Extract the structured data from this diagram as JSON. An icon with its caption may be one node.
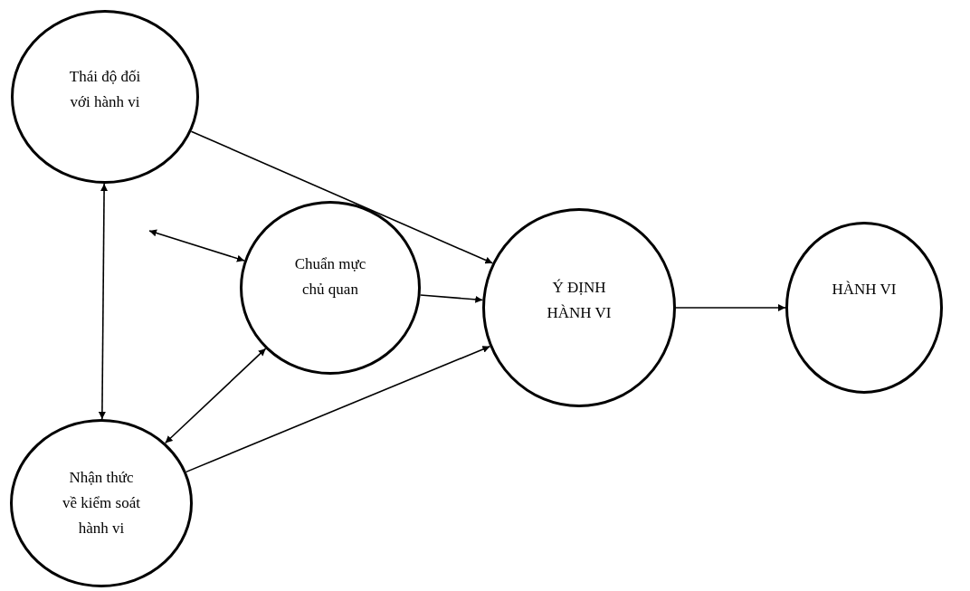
{
  "diagram": {
    "nodes": [
      {
        "text": [
          "Thái độ đối với hành vi"
        ]
      },
      {
        "text": [
          "Chuẩn mực chủ quan"
        ]
      },
      {
        "text": [
          "Ý ĐỊNH HÀNH VI"
        ]
      },
      {
        "text": [
          "HÀNH VI"
        ]
      },
      {
        "text": [
          "Nhận thức về kiểm soát hành vi"
        ]
      }
    ],
    "edges": [
      {
        "from": 0,
        "to": 2,
        "arrow": "to"
      },
      {
        "from": null,
        "to": 1,
        "arrow": "both"
      },
      {
        "from": 1,
        "to": 2,
        "arrow": "to"
      },
      {
        "from": 2,
        "to": 3,
        "arrow": "to"
      },
      {
        "from": 0,
        "to": 4,
        "arrow": "both"
      },
      {
        "from": 1,
        "to": 4,
        "arrow": "both"
      },
      {
        "from": 4,
        "to": 2,
        "arrow": "to"
      }
    ]
  }
}
